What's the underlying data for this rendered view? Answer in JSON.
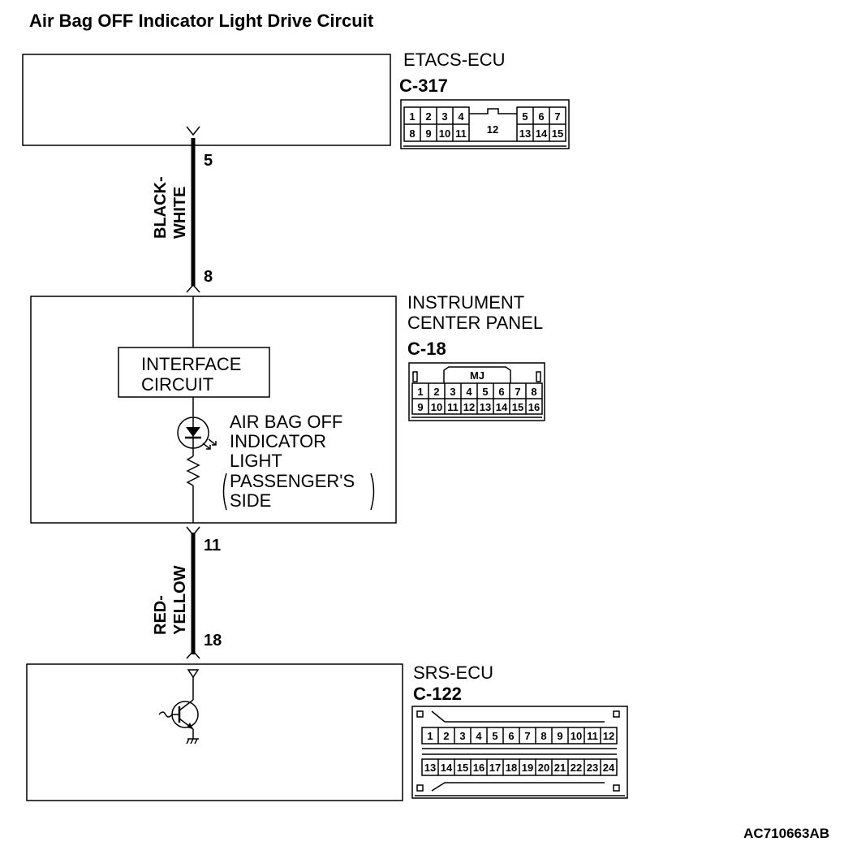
{
  "title": "Air Bag OFF Indicator Light Drive Circuit",
  "reference_code": "AC710663AB",
  "etacs": {
    "name": "ETACS-ECU",
    "connector": "C-317",
    "top_pins": [
      "1",
      "2",
      "3",
      "4",
      "5",
      "6",
      "7"
    ],
    "bottom_pins": [
      "8",
      "9",
      "10",
      "11",
      "13",
      "14",
      "15"
    ],
    "center_pin": "12"
  },
  "wire1": {
    "color_line1": "BLACK-",
    "color_line2": "WHITE",
    "pin_top": "5",
    "pin_bottom": "8"
  },
  "instrument_panel": {
    "name_line1": "INSTRUMENT",
    "name_line2": "CENTER PANEL",
    "connector": "C-18",
    "mark": "MJ",
    "top_pins": [
      "1",
      "2",
      "3",
      "4",
      "5",
      "6",
      "7",
      "8"
    ],
    "bottom_pins": [
      "9",
      "10",
      "11",
      "12",
      "13",
      "14",
      "15",
      "16"
    ],
    "interface_line1": "INTERFACE",
    "interface_line2": "CIRCUIT",
    "light_line1": "AIR BAG OFF",
    "light_line2": "INDICATOR",
    "light_line3": "LIGHT",
    "light_line4": "PASSENGER'S",
    "light_line5": "SIDE"
  },
  "wire2": {
    "color_line1": "RED-",
    "color_line2": "YELLOW",
    "pin_top": "11",
    "pin_bottom": "18"
  },
  "srs": {
    "name": "SRS-ECU",
    "connector": "C-122",
    "top_pins": [
      "1",
      "2",
      "3",
      "4",
      "5",
      "6",
      "7",
      "8",
      "9",
      "10",
      "11",
      "12"
    ],
    "bottom_pins": [
      "13",
      "14",
      "15",
      "16",
      "17",
      "18",
      "19",
      "20",
      "21",
      "22",
      "23",
      "24"
    ]
  }
}
